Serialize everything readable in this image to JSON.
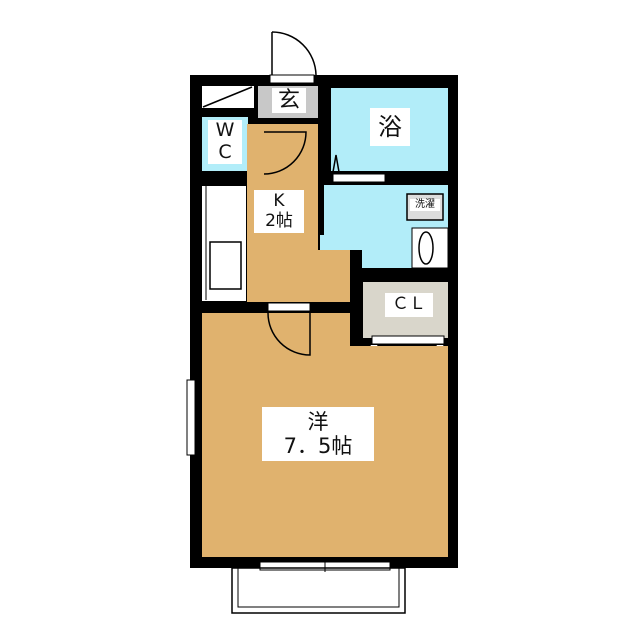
{
  "rooms": {
    "entrance": "玄",
    "bath": "浴",
    "wc_line1": "W",
    "wc_line2": "C",
    "kitchen_line1": "K",
    "kitchen_line2": "2帖",
    "laundry": "洗濯",
    "closet": "ＣＬ",
    "western_line1": "洋",
    "western_line2": "7．5帖"
  },
  "colors": {
    "floor": "#e0b26e",
    "water": "#b2edf9",
    "storage": "#d9d6cb",
    "wall": "#000000"
  }
}
